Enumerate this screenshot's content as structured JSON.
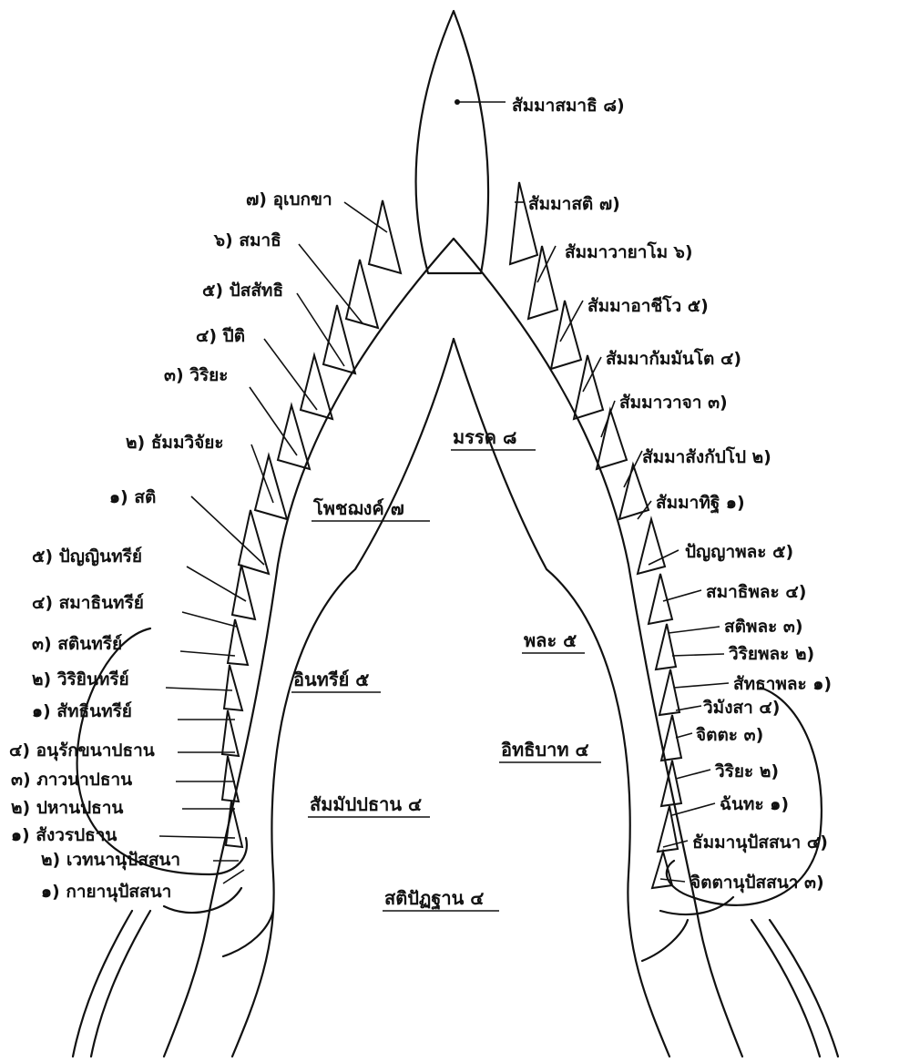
{
  "section_labels": {
    "magga": "มรรค ๘",
    "bojjhanga": "โพชฌงค์ ๗",
    "bala": "พละ ๕",
    "indriya": "อินทรีย์ ๕",
    "iddhipada": "อิทธิบาท ๔",
    "sammappadhana": "สัมมัปปธาน ๔",
    "satipatthana": "สติปัฏฐาน ๔"
  },
  "magga_items": [
    "สัมมาสมาธิ ๘)",
    "สัมมาสติ ๗)",
    "สัมมาวายาโม ๖)",
    "สัมมาอาชีโว ๕)",
    "สัมมากัมมันโต ๔)",
    "สัมมาวาจา ๓)",
    "สัมมาสังกัปโป ๒)",
    "สัมมาทิฐิ ๑)"
  ],
  "bojjhanga_items": [
    "๗) อุเบกขา",
    "๖) สมาธิ",
    "๕) ปัสสัทธิ",
    "๔) ปีติ",
    "๓) วิริยะ",
    "๒) ธัมมวิจัยะ",
    "๑) สติ"
  ],
  "indriya_items": [
    "๕) ปัญญินทรีย์",
    "๔) สมาธินทรีย์",
    "๓) สตินทรีย์",
    "๒) วิริยินทรีย์",
    "๑) สัทธินทรีย์"
  ],
  "padhana_items": [
    "๔) อนุรักขนาปธาน",
    "๓) ภาวนาปธาน",
    "๒) ปหานปธาน",
    "๑) สังวรปธาน"
  ],
  "satipatthana_left": [
    "๒) เวทนานุปัสสนา",
    "๑) กายานุปัสสนา"
  ],
  "bala_items": [
    "ปัญญาพละ ๕)",
    "สมาธิพละ ๔)",
    "สติพละ ๓)",
    "วิริยพละ ๒)",
    "สัทธาพละ ๑)"
  ],
  "iddhipada_items": [
    "วิมังสา ๔)",
    "จิตตะ ๓)",
    "วิริยะ ๒)",
    "ฉันทะ ๑)"
  ],
  "satipatthana_right": [
    "ธัมมานุปัสสนา ๔)",
    "จิตตานุปัสสนา ๓)"
  ]
}
